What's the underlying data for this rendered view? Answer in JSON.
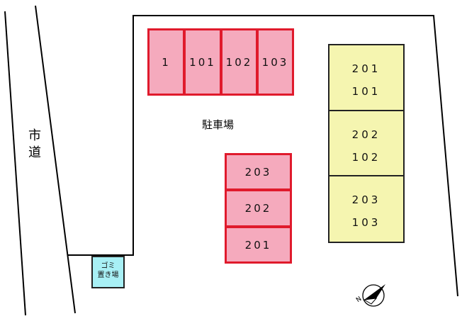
{
  "road": {
    "label": "市道"
  },
  "parking_lot": {
    "label": "駐車場"
  },
  "garbage_station": {
    "label_line1": "ゴミ",
    "label_line2": "置き場"
  },
  "top_row_spots": [
    "1",
    "101",
    "102",
    "103"
  ],
  "middle_spots": [
    "203",
    "202",
    "201"
  ],
  "building_units": [
    {
      "upper": "201",
      "lower": "101"
    },
    {
      "upper": "202",
      "lower": "102"
    },
    {
      "upper": "203",
      "lower": "103"
    }
  ],
  "compass": {
    "letter": "N",
    "icon": "north-arrow-icon"
  },
  "colors": {
    "spot_fill": "#f5aabd",
    "spot_border": "#e01a2c",
    "unit_fill": "#f5f5b0",
    "garbage_fill": "#a8f0f5"
  }
}
